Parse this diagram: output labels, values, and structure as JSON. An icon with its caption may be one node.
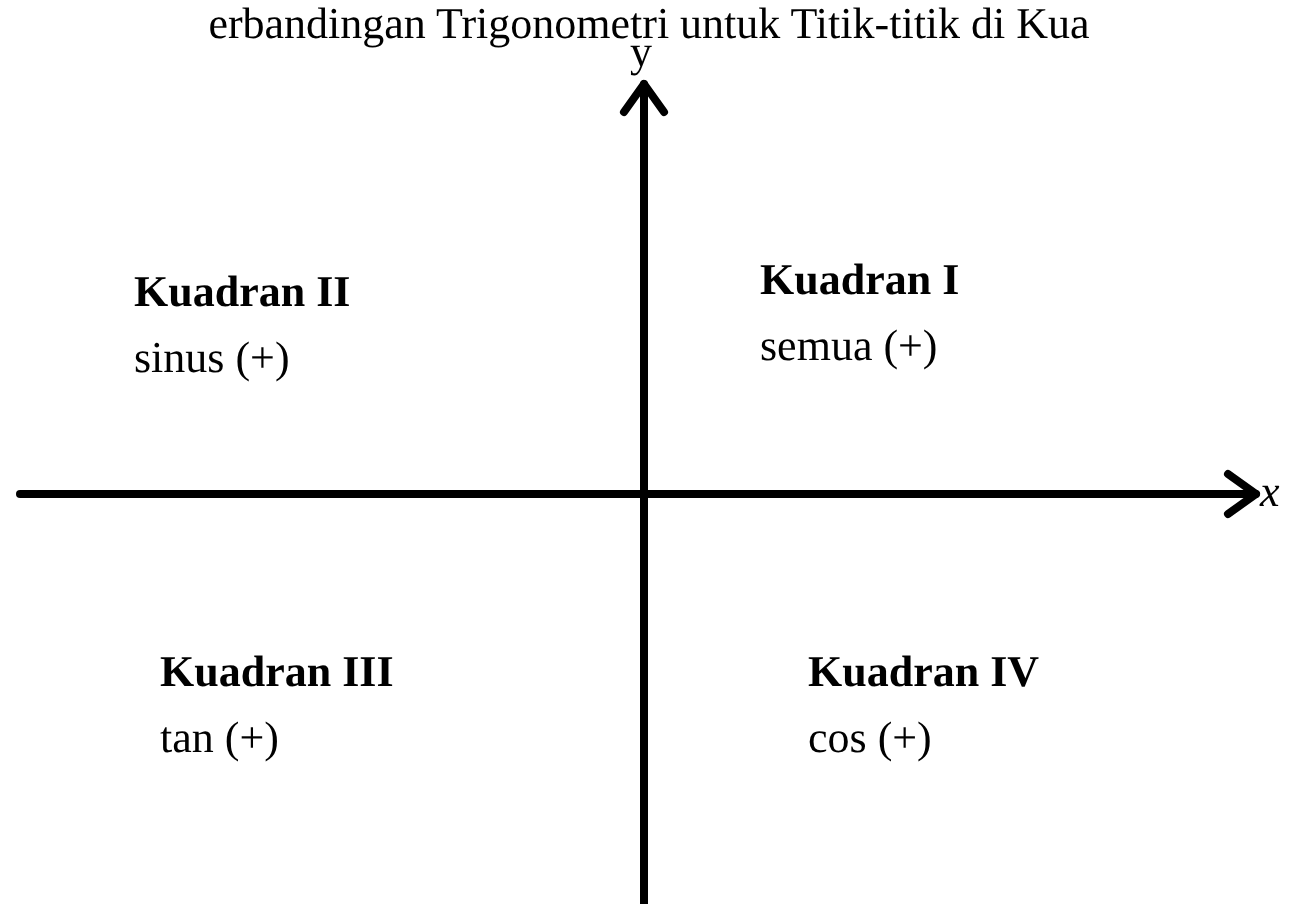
{
  "diagram": {
    "title": "erbandingan Trigonometri untuk Titik-titik di Kua",
    "labels": [
      "y",
      "Kuadran II",
      "sinus (+)",
      "Kuadran I",
      "semua (+)",
      "x",
      "Kuadran III",
      "tan (+)",
      "Kuadran IV",
      "cos (+)"
    ]
  }
}
